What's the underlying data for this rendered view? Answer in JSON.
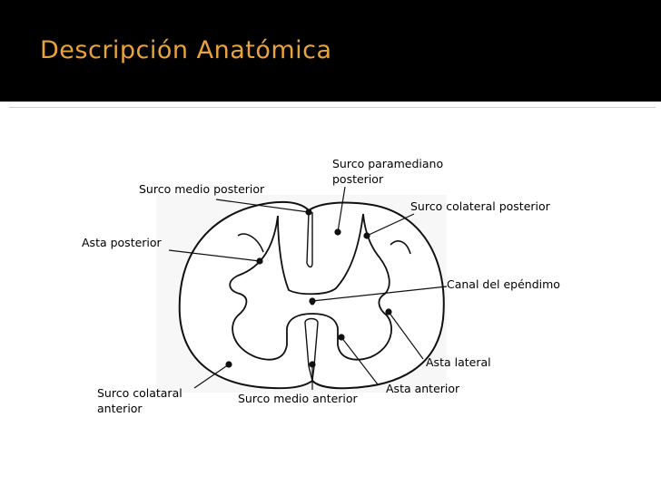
{
  "slide": {
    "title": "Descripción Anatómica",
    "title_color": "#e8a33c",
    "header_color": "#000000"
  },
  "diagram": {
    "labels": {
      "surco_paramediano_posterior": [
        "Surco paramediano",
        "posterior"
      ],
      "surco_medio_posterior": "Surco medio posterior",
      "surco_colateral_posterior": "Surco colateral posterior",
      "asta_posterior": "Asta posterior",
      "canal_ependimo": "Canal del epéndimo",
      "asta_lateral": "Asta lateral",
      "asta_anterior": "Asta anterior",
      "surco_medio_anterior": "Surco medio anterior",
      "surco_colateral_anterior": [
        "Surco colataral",
        "anterior"
      ]
    }
  }
}
